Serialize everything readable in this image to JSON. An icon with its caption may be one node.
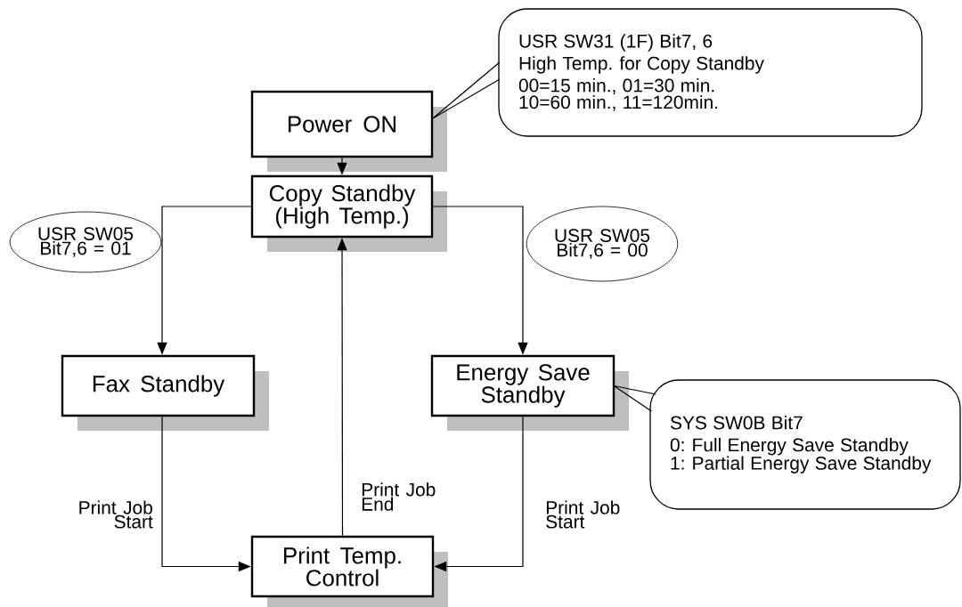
{
  "diagram": {
    "nodes": [
      {
        "text": [
          "Power ON"
        ]
      },
      {
        "text": [
          "Copy Standby (High Temp.)"
        ]
      },
      {
        "text": [
          "Fax Standby"
        ]
      },
      {
        "text": [
          "Energy Save Standby"
        ]
      },
      {
        "text": [
          "Print Temp. Control"
        ]
      },
      {
        "text": [
          "USR SW31 (1F) Bit7, 6",
          "High Temp. for Copy Standby",
          "00=15 min., 01=30 min.",
          "10=60 min., 11=120min."
        ]
      },
      {
        "text": [
          "SYS SW0B Bit7",
          "0: Full Energy Save Standby",
          "1: Partial Energy Save Standby"
        ]
      },
      {
        "text": [
          "USR SW05 Bit7,6 = 01"
        ]
      },
      {
        "text": [
          "USR SW05 Bit7,6 = 00"
        ]
      }
    ],
    "edges": [
      {
        "from": 0,
        "to": 1,
        "arrow": "to"
      },
      {
        "from": 1,
        "to": 2,
        "arrow": "to"
      },
      {
        "from": 1,
        "to": 3,
        "arrow": "to"
      },
      {
        "from": 2,
        "to": 4,
        "arrow": "to",
        "label": "Print Job Start"
      },
      {
        "from": 3,
        "to": 4,
        "arrow": "to",
        "label": "Print Job Start"
      },
      {
        "from": 4,
        "to": 1,
        "arrow": "to",
        "label": "Print Job End"
      },
      {
        "from": 5,
        "to": 0,
        "arrow": "none"
      },
      {
        "from": 6,
        "to": 3,
        "arrow": "none"
      }
    ]
  }
}
